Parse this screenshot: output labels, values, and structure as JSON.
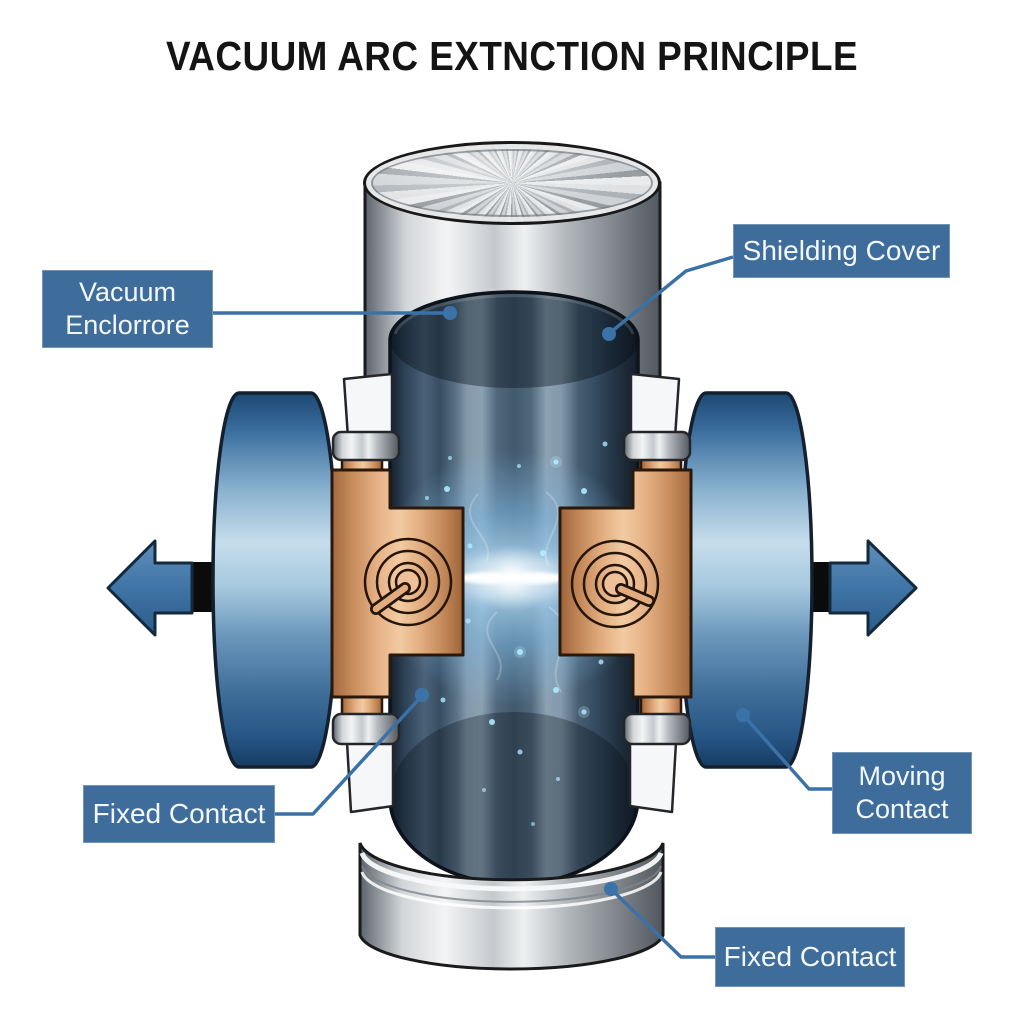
{
  "title": "VACUUM ARC EXTNCTION PRINCIPLE",
  "labels": {
    "vacuum_enclosure": {
      "line1": "Vacuum",
      "line2": "Enclorrore"
    },
    "shielding_cover": {
      "text": "Shielding Cover"
    },
    "fixed_contact_left": {
      "text": "Fixed Contact"
    },
    "moving_contact": {
      "line1": "Moving",
      "line2": "Contact"
    },
    "fixed_contact_bottom": {
      "text": "Fixed Contact"
    }
  },
  "colors": {
    "background": "#ffffff",
    "title_text": "#141414",
    "label_background": "#3e6d9c",
    "label_text": "#f3f7fa",
    "leader_line": "#3a72a8",
    "metal_silver": "#c7cbcf",
    "vacuum_glass": "#41596d",
    "disk_blue": "#4a7aa6",
    "arrow_blue": "#3f74a6",
    "shaft_black": "#0b0b0b",
    "copper": "#dba275",
    "arc_glow": "#9fd8f5",
    "arc_core": "#ffffff"
  }
}
